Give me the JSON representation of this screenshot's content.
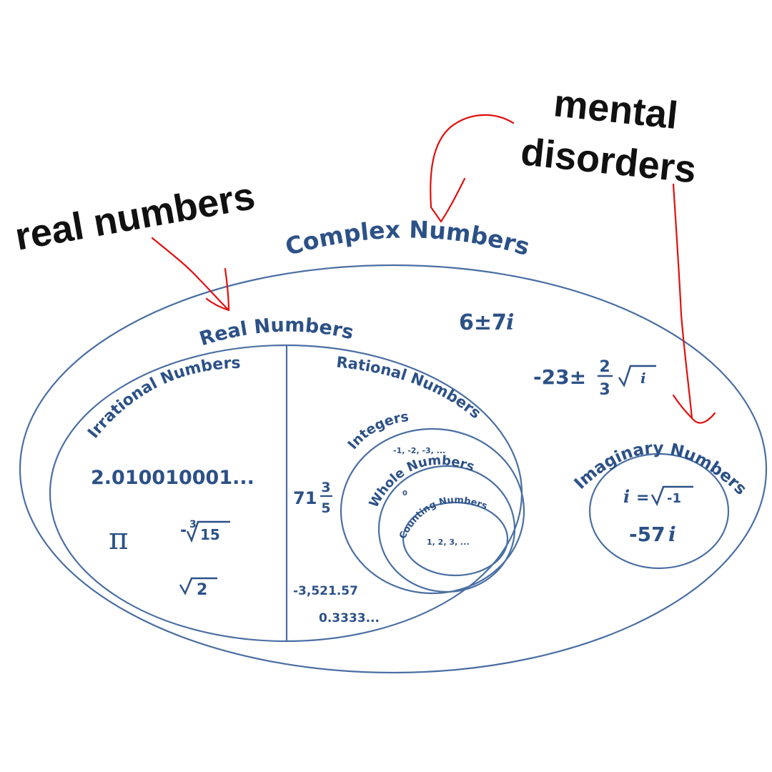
{
  "annotations": {
    "real_numbers": "real numbers",
    "mental_line1": "mental",
    "mental_line2": "disorders"
  },
  "diagram": {
    "complex": {
      "title": "Complex Numbers",
      "example1_main": "6±7",
      "example1_i": "i",
      "example2_prefix": "-23±",
      "example2_num": "2",
      "example2_den": "3",
      "example2_i": "i"
    },
    "real": {
      "title": "Real Numbers"
    },
    "irrational": {
      "title": "Irrational Numbers",
      "ex_decimal": "2.010010001...",
      "ex_pi": "π",
      "ex_cuberoot_index": "3",
      "ex_cuberoot_sign": "-",
      "ex_cuberoot_radicand": "15",
      "ex_sqrt_radicand": "2"
    },
    "rational": {
      "title": "Rational Numbers",
      "ex_mixed_whole": "71",
      "ex_mixed_num": "3",
      "ex_mixed_den": "5",
      "ex_neg": "-3,521.57",
      "ex_repeat": "0.3333..."
    },
    "integers": {
      "title": "Integers",
      "ex": "-1, -2, -3, ..."
    },
    "whole": {
      "title": "Whole Numbers",
      "ex": "0"
    },
    "counting": {
      "title": "Counting Numbers",
      "ex": "1, 2, 3, ..."
    },
    "imaginary": {
      "title": "Imaginary Numbers",
      "ex1_i": "i",
      "ex1_eq": "=",
      "ex1_radicand": "-1",
      "ex2_main": "-57",
      "ex2_i": "i"
    }
  },
  "colors": {
    "diagram_blue": "#2c5187",
    "line_blue": "#4a6fa3",
    "annotation_red": "#e01010",
    "annotation_text": "#111111"
  }
}
